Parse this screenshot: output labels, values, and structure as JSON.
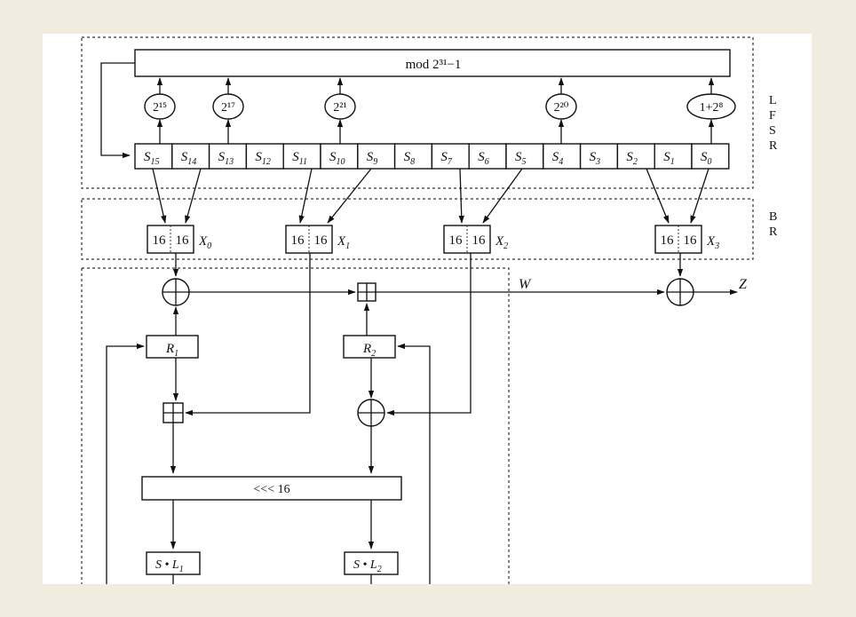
{
  "lfsr": {
    "mod_label": "mod 2³¹−1",
    "side_label": [
      "L",
      "F",
      "S",
      "R"
    ],
    "multipliers": [
      "2¹⁵",
      "2¹⁷",
      "2²¹",
      "2²⁰",
      "1+2⁸"
    ],
    "cells": [
      {
        "base": "S",
        "sub": "15"
      },
      {
        "base": "S",
        "sub": "14"
      },
      {
        "base": "S",
        "sub": "13"
      },
      {
        "base": "S",
        "sub": "12"
      },
      {
        "base": "S",
        "sub": "11"
      },
      {
        "base": "S",
        "sub": "10"
      },
      {
        "base": "S",
        "sub": "9"
      },
      {
        "base": "S",
        "sub": "8"
      },
      {
        "base": "S",
        "sub": "7"
      },
      {
        "base": "S",
        "sub": "6"
      },
      {
        "base": "S",
        "sub": "5"
      },
      {
        "base": "S",
        "sub": "4"
      },
      {
        "base": "S",
        "sub": "3"
      },
      {
        "base": "S",
        "sub": "2"
      },
      {
        "base": "S",
        "sub": "1"
      },
      {
        "base": "S",
        "sub": "0"
      }
    ]
  },
  "br": {
    "side_label": [
      "B",
      "R"
    ],
    "half_label": "16",
    "outputs": [
      {
        "base": "X",
        "sub": "0"
      },
      {
        "base": "X",
        "sub": "1"
      },
      {
        "base": "X",
        "sub": "2"
      },
      {
        "base": "X",
        "sub": "3"
      }
    ]
  },
  "f": {
    "w_label": "W",
    "z_label": "Z",
    "r1": {
      "base": "R",
      "sub": "1"
    },
    "r2": {
      "base": "R",
      "sub": "2"
    },
    "rotate_label": "<<<  16",
    "sl1": {
      "base": "S • L",
      "sub": "1"
    },
    "sl2": {
      "base": "S • L",
      "sub": "2"
    }
  }
}
